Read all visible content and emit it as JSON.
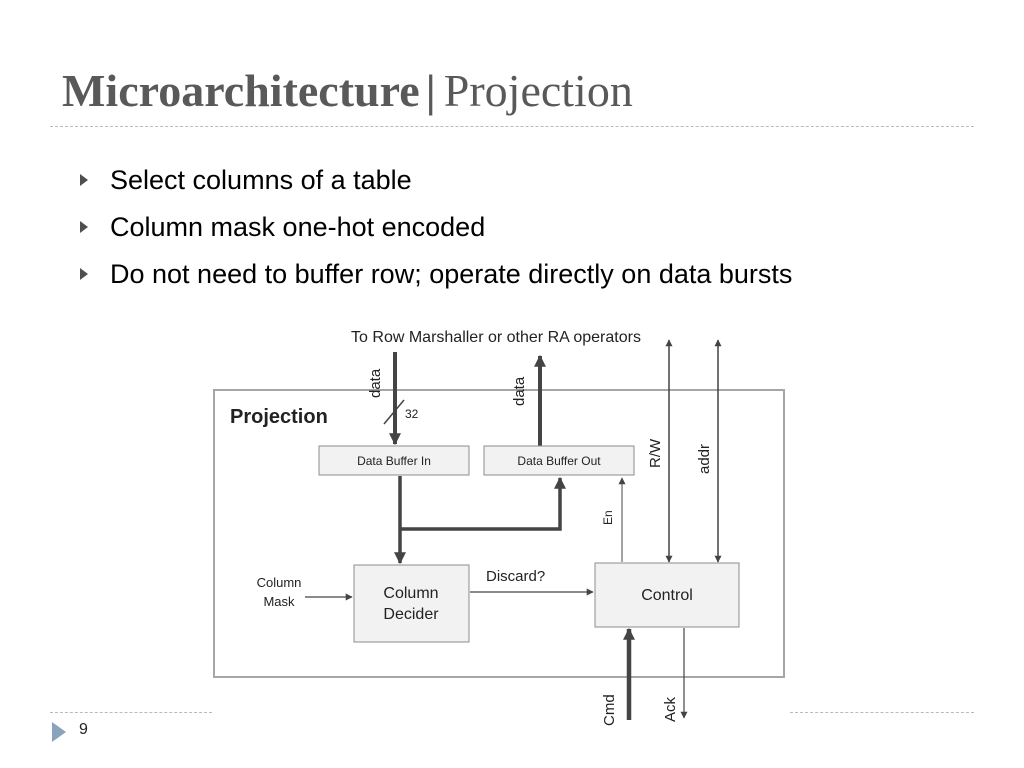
{
  "slide": {
    "title_bold": "Microarchitecture",
    "title_sep": "|",
    "title_rest": "Projection",
    "bullets": [
      "Select columns of a table",
      "Column mask one-hot encoded",
      "Do not need to buffer row; operate directly on data bursts"
    ],
    "page_number": "9"
  },
  "diagram": {
    "top_label": "To Row Marshaller or other RA operators",
    "block_title": "Projection",
    "data_in_label": "data",
    "data_out_label": "data",
    "bus_width": "32",
    "rw_label": "R/W",
    "addr_label": "addr",
    "buffer_in": "Data Buffer In",
    "buffer_out": "Data Buffer Out",
    "en_label": "En",
    "column_mask_line1": "Column",
    "column_mask_line2": "Mask",
    "decider_line1": "Column",
    "decider_line2": "Decider",
    "discard_label": "Discard?",
    "control_label": "Control",
    "cmd_label": "Cmd",
    "ack_label": "Ack"
  }
}
